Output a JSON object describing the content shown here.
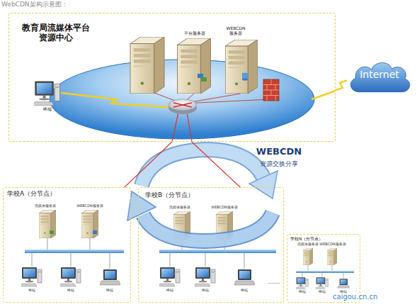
{
  "diagram": {
    "title": "WebCDN架构示意图：",
    "nodes": [
      {
        "text": [
          "教育局流媒体平台 资源中心"
        ]
      },
      {
        "text": [
          "Internet"
        ]
      },
      {
        "text": [
          "学校A（分节点）"
        ]
      },
      {
        "text": [
          "学校B（分节点）"
        ]
      },
      {
        "text": [
          "学校N（分节点）"
        ]
      }
    ],
    "edges": [
      {
        "from": 0,
        "to": 1,
        "arrow": "none"
      },
      {
        "from": 0,
        "to": 2,
        "arrow": "none"
      },
      {
        "from": 0,
        "to": 3,
        "arrow": "none"
      }
    ],
    "labels": [
      "平台服务器",
      "WEBCDN 服务器",
      "终端",
      "WEBCDN",
      "资源交换分享",
      "流媒体服务器",
      "WEBCDN服务器",
      "终端",
      "终端",
      "终端",
      "流媒体服务器",
      "WEBCDN服务器",
      "终端",
      "终端",
      "终端",
      "流媒体服务器",
      "WEBCDN服务器",
      "终端",
      "终端",
      "终端",
      "......",
      "caigou.cn.cn"
    ]
  }
}
